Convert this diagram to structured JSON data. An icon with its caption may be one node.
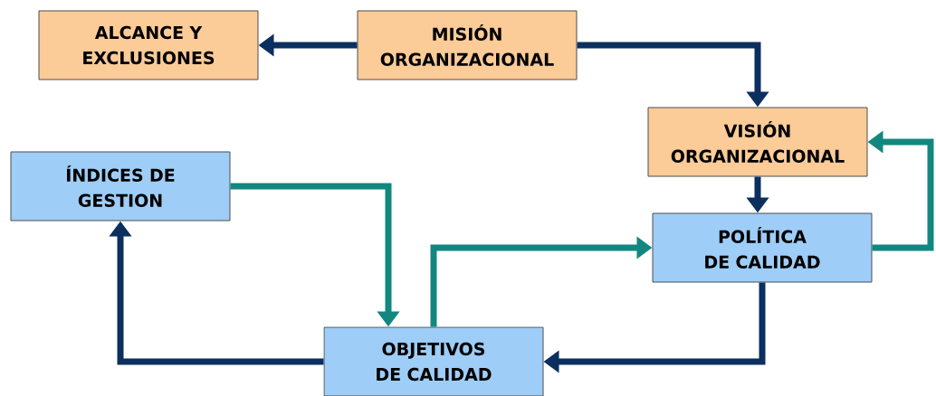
{
  "diagram": {
    "nodes": [
      {
        "text": [
          "ALCANCE Y EXCLUSIONES"
        ]
      },
      {
        "text": [
          "MISIÓN ORGANIZACIONAL"
        ]
      },
      {
        "text": [
          "VISIÓN ORGANIZACIONAL"
        ]
      },
      {
        "text": [
          "ÍNDICES DE GESTION"
        ]
      },
      {
        "text": [
          "POLÍTICA DE CALIDAD"
        ]
      },
      {
        "text": [
          "OBJETIVOS DE CALIDAD"
        ]
      }
    ],
    "edges": [
      {
        "from": 1,
        "to": 0,
        "arrow": "to"
      },
      {
        "from": 1,
        "to": 2,
        "arrow": "to"
      },
      {
        "from": 2,
        "to": 4,
        "arrow": "to"
      },
      {
        "from": 4,
        "to": 5,
        "arrow": "to"
      },
      {
        "from": 5,
        "to": 3,
        "arrow": "to"
      },
      {
        "from": 3,
        "to": 5,
        "arrow": "to",
        "color": "#12877f"
      },
      {
        "from": 5,
        "to": 4,
        "arrow": "to",
        "color": "#12877f"
      },
      {
        "from": 4,
        "to": 2,
        "arrow": "to",
        "color": "#12877f"
      }
    ]
  }
}
